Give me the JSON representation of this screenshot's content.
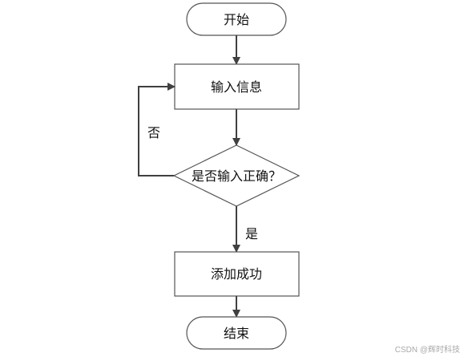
{
  "flowchart": {
    "nodes": {
      "start": {
        "label": "开始",
        "shape": "terminator"
      },
      "input": {
        "label": "输入信息",
        "shape": "process"
      },
      "check": {
        "label": "是否输入正确？",
        "shape": "decision"
      },
      "success": {
        "label": "添加成功",
        "shape": "process"
      },
      "end": {
        "label": "结束",
        "shape": "terminator"
      }
    },
    "edges": {
      "yes_label": "是",
      "no_label": "否"
    }
  },
  "watermark": "CSDN @辉时科技",
  "colors": {
    "stroke": "#555555",
    "fill": "#ffffff",
    "text": "#111111"
  }
}
